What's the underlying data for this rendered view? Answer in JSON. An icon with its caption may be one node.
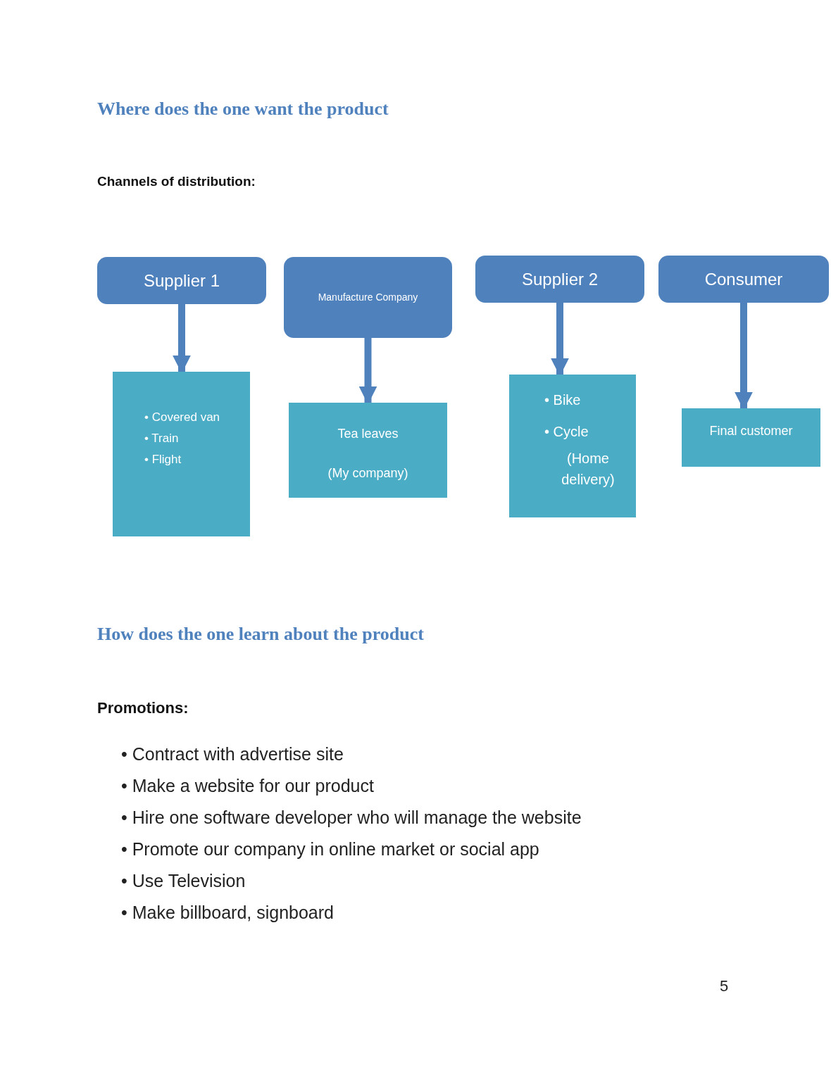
{
  "diagram": {
    "title": "Where does the one want the product",
    "nodes": [
      {
        "text": [
          "Supplier 1"
        ]
      },
      {
        "text": [
          "Manufacture Company"
        ]
      },
      {
        "text": [
          "Supplier 2"
        ]
      },
      {
        "text": [
          "Consumer"
        ]
      },
      {
        "text": [
          "• Covered van",
          "• Train",
          "• Flight"
        ]
      },
      {
        "text": [
          "Tea leaves",
          "(My company)"
        ]
      },
      {
        "text": [
          "• Bike",
          "• Cycle",
          "(Home delivery)"
        ]
      },
      {
        "text": [
          "Final customer"
        ]
      }
    ],
    "edges": [
      {
        "from": 0,
        "to": 4,
        "arrow": "to"
      },
      {
        "from": 1,
        "to": 5,
        "arrow": "to"
      },
      {
        "from": 2,
        "to": 6,
        "arrow": "to"
      },
      {
        "from": 3,
        "to": 7,
        "arrow": "to"
      }
    ],
    "labels": [
      "Channels of distribution:",
      "How does the one learn about the product",
      "Promotions:",
      "• Contract with advertise site",
      "• Make a website for our product",
      "• Hire one software developer who will manage the website",
      "• Promote our company in online market or social app",
      "• Use Television",
      "• Make billboard, signboard",
      "5"
    ]
  }
}
